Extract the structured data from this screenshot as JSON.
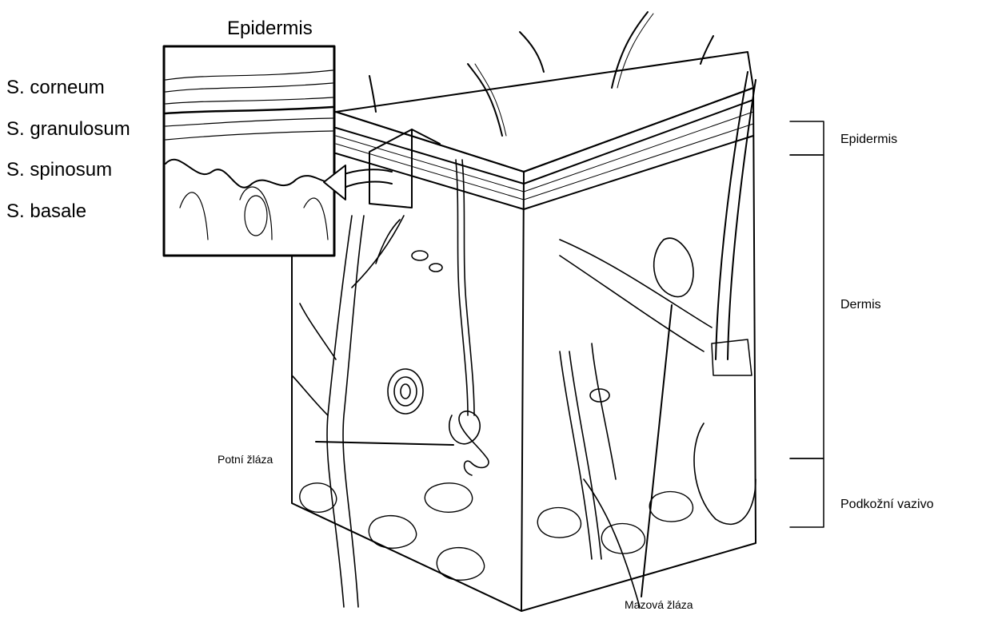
{
  "inset": {
    "title": "Epidermis",
    "layers": [
      "S. corneum",
      "S. granulosum",
      "S. spinosum",
      "S. basale"
    ]
  },
  "brackets": [
    {
      "label": "Epidermis"
    },
    {
      "label": "Dermis"
    },
    {
      "label": "Podkožní vazivo"
    }
  ],
  "callouts": {
    "sweat_gland": "Potní žláza",
    "sebaceous_gland": "Mazová žláza"
  }
}
